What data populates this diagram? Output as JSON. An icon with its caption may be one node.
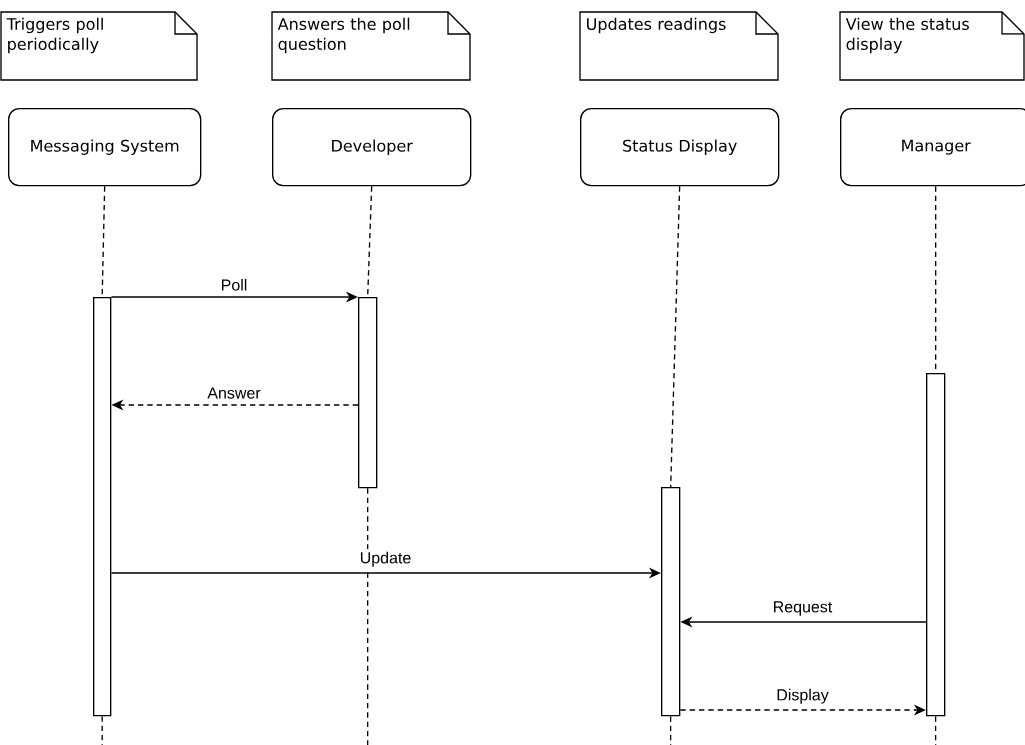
{
  "diagram": {
    "nodes": [
      {
        "text": [
          "Triggers poll periodically"
        ]
      },
      {
        "text": [
          "Answers the poll question"
        ]
      },
      {
        "text": [
          "Updates readings"
        ]
      },
      {
        "text": [
          "View the status display"
        ]
      },
      {
        "text": [
          "Messaging System"
        ]
      },
      {
        "text": [
          "Developer"
        ]
      },
      {
        "text": [
          "Status Display"
        ]
      },
      {
        "text": [
          "Manager"
        ]
      },
      {
        "text": [],
        "shape": "bar"
      },
      {
        "text": [],
        "shape": "bar"
      },
      {
        "text": [],
        "shape": "bar"
      },
      {
        "text": [],
        "shape": "bar"
      }
    ],
    "edges": [
      {
        "from": 8,
        "to": 9,
        "arrow": "to",
        "label": "Poll"
      },
      {
        "from": 9,
        "to": 8,
        "arrow": "to",
        "label": "Answer",
        "style": "dashed"
      },
      {
        "from": 8,
        "to": 10,
        "arrow": "to",
        "label": "Update"
      },
      {
        "from": 11,
        "to": 10,
        "arrow": "to",
        "label": "Request"
      },
      {
        "from": 10,
        "to": 11,
        "arrow": "to",
        "label": "Display",
        "style": "dashed"
      },
      {
        "from": 4,
        "to": 8,
        "arrow": "none",
        "style": "dashed"
      },
      {
        "from": 5,
        "to": 9,
        "arrow": "none",
        "style": "dashed"
      },
      {
        "from": 6,
        "to": 10,
        "arrow": "none",
        "style": "dashed"
      },
      {
        "from": 7,
        "to": 11,
        "arrow": "none",
        "style": "dashed"
      },
      {
        "from": 8,
        "to": null,
        "arrow": "none",
        "style": "dashed"
      },
      {
        "from": 9,
        "to": null,
        "arrow": "none",
        "style": "dashed"
      },
      {
        "from": 10,
        "to": null,
        "arrow": "none",
        "style": "dashed"
      },
      {
        "from": 11,
        "to": null,
        "arrow": "none",
        "style": "dashed"
      }
    ]
  }
}
